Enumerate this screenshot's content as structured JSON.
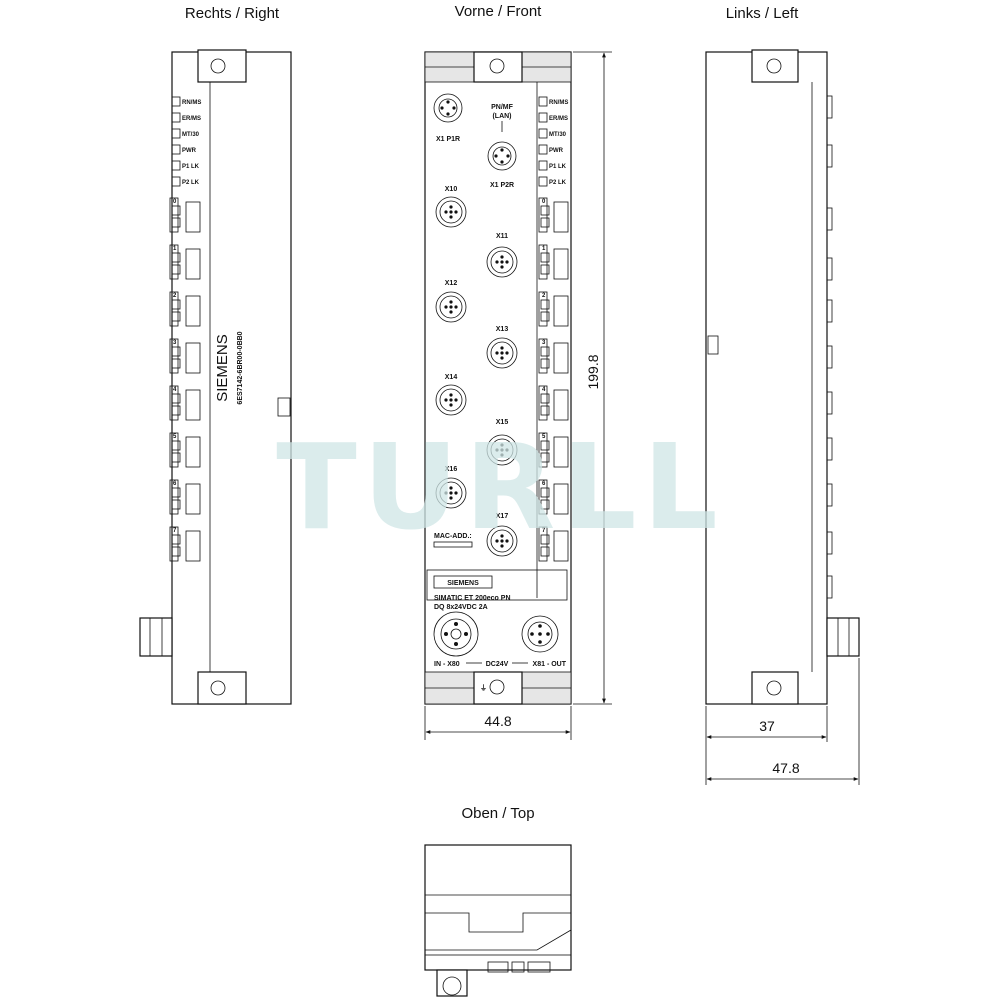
{
  "views": {
    "right": "Rechts / Right",
    "front": "Vorne / Front",
    "left": "Links / Left",
    "top": "Oben / Top"
  },
  "dimensions": {
    "width_front": "44.8",
    "height": "199.8",
    "depth_body": "37",
    "depth_total": "47.8"
  },
  "watermark": "TURLL",
  "side": {
    "brand": "SIEMENS",
    "order_no": "6ES7142-6BR00-0BB0"
  },
  "front": {
    "pn_label": "PN/MF",
    "pn_sublabel": "(LAN)",
    "port1": "X1 P1R",
    "port2": "X1 P2R",
    "ports": [
      "X10",
      "X11",
      "X12",
      "X13",
      "X14",
      "X15",
      "X16",
      "X17"
    ],
    "mac": "MAC-ADD.:",
    "brand": "SIEMENS",
    "product": "SIMATIC ET 200eco PN",
    "variant": "DQ 8x24VDC 2A",
    "power_in": "IN - X80",
    "power_mid": "DC24V",
    "power_out": "X81 - OUT",
    "leds": [
      "RN/MS",
      "ER/MS",
      "MT/30",
      "PWR",
      "P1 LK",
      "P2 LK"
    ],
    "channels": [
      "0",
      "1",
      "2",
      "3",
      "4",
      "5",
      "6",
      "7"
    ]
  }
}
